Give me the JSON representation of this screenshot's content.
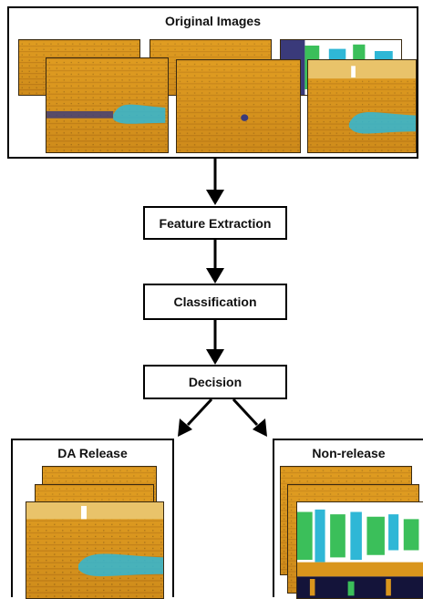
{
  "top_panel": {
    "title": "Original Images"
  },
  "steps": {
    "feature_extraction": "Feature Extraction",
    "classification": "Classification",
    "decision": "Decision"
  },
  "outputs": {
    "left_title": "DA Release",
    "right_title": "Non-release"
  },
  "colors": {
    "spectrogram_base": "#d9951c",
    "spectrogram_dark": "#5a3a10",
    "spectrogram_cyan": "#2fb7d6",
    "spectrogram_green": "#3bbf5a"
  }
}
